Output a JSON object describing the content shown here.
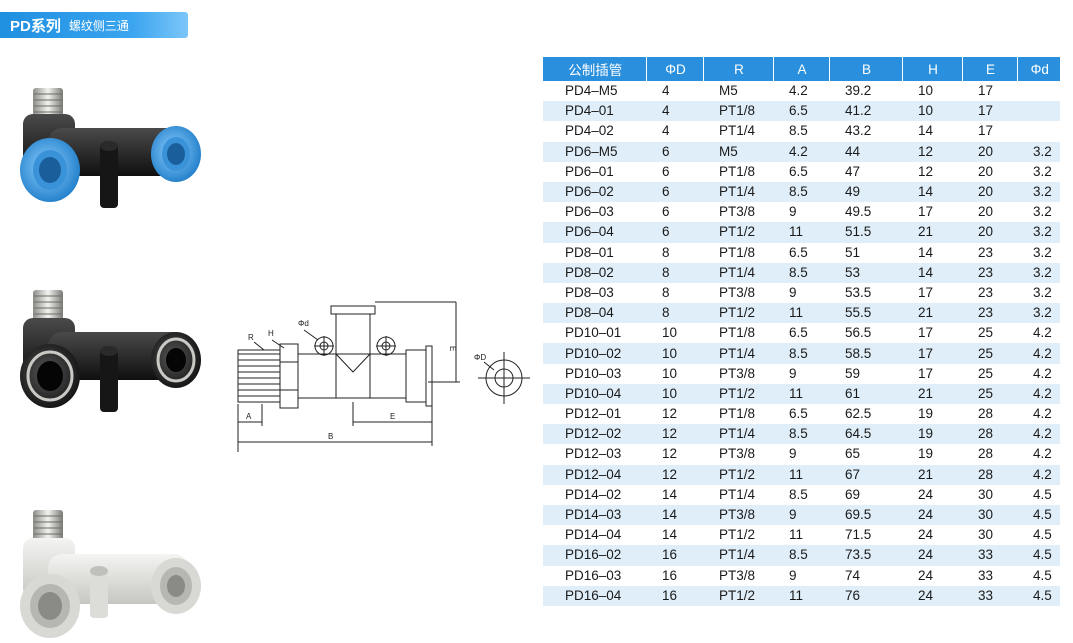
{
  "header": {
    "series": "PD系列",
    "subtitle": "螺纹侧三通"
  },
  "drawing": {
    "labels": {
      "r": "R",
      "h": "H",
      "phi_d_small": "Φd",
      "a": "A",
      "b": "B",
      "e_left": "E",
      "e_right": "E",
      "phi_d_big": "ΦD"
    }
  },
  "table": {
    "headers": [
      "公制插管",
      "ΦD",
      "R",
      "A",
      "B",
      "H",
      "E",
      "Φd"
    ],
    "rows": [
      [
        "PD4–M5",
        "4",
        "M5",
        "4.2",
        "39.2",
        "10",
        "17",
        ""
      ],
      [
        "PD4–01",
        "4",
        "PT1/8",
        "6.5",
        "41.2",
        "10",
        "17",
        ""
      ],
      [
        "PD4–02",
        "4",
        "PT1/4",
        "8.5",
        "43.2",
        "14",
        "17",
        ""
      ],
      [
        "PD6–M5",
        "6",
        "M5",
        "4.2",
        "44",
        "12",
        "20",
        "3.2"
      ],
      [
        "PD6–01",
        "6",
        "PT1/8",
        "6.5",
        "47",
        "12",
        "20",
        "3.2"
      ],
      [
        "PD6–02",
        "6",
        "PT1/4",
        "8.5",
        "49",
        "14",
        "20",
        "3.2"
      ],
      [
        "PD6–03",
        "6",
        "PT3/8",
        "9",
        "49.5",
        "17",
        "20",
        "3.2"
      ],
      [
        "PD6–04",
        "6",
        "PT1/2",
        "11",
        "51.5",
        "21",
        "20",
        "3.2"
      ],
      [
        "PD8–01",
        "8",
        "PT1/8",
        "6.5",
        "51",
        "14",
        "23",
        "3.2"
      ],
      [
        "PD8–02",
        "8",
        "PT1/4",
        "8.5",
        "53",
        "14",
        "23",
        "3.2"
      ],
      [
        "PD8–03",
        "8",
        "PT3/8",
        "9",
        "53.5",
        "17",
        "23",
        "3.2"
      ],
      [
        "PD8–04",
        "8",
        "PT1/2",
        "11",
        "55.5",
        "21",
        "23",
        "3.2"
      ],
      [
        "PD10–01",
        "10",
        "PT1/8",
        "6.5",
        "56.5",
        "17",
        "25",
        "4.2"
      ],
      [
        "PD10–02",
        "10",
        "PT1/4",
        "8.5",
        "58.5",
        "17",
        "25",
        "4.2"
      ],
      [
        "PD10–03",
        "10",
        "PT3/8",
        "9",
        "59",
        "17",
        "25",
        "4.2"
      ],
      [
        "PD10–04",
        "10",
        "PT1/2",
        "11",
        "61",
        "21",
        "25",
        "4.2"
      ],
      [
        "PD12–01",
        "12",
        "PT1/8",
        "6.5",
        "62.5",
        "19",
        "28",
        "4.2"
      ],
      [
        "PD12–02",
        "12",
        "PT1/4",
        "8.5",
        "64.5",
        "19",
        "28",
        "4.2"
      ],
      [
        "PD12–03",
        "12",
        "PT3/8",
        "9",
        "65",
        "19",
        "28",
        "4.2"
      ],
      [
        "PD12–04",
        "12",
        "PT1/2",
        "11",
        "67",
        "21",
        "28",
        "4.2"
      ],
      [
        "PD14–02",
        "14",
        "PT1/4",
        "8.5",
        "69",
        "24",
        "30",
        "4.5"
      ],
      [
        "PD14–03",
        "14",
        "PT3/8",
        "9",
        "69.5",
        "24",
        "30",
        "4.5"
      ],
      [
        "PD14–04",
        "14",
        "PT1/2",
        "11",
        "71.5",
        "24",
        "30",
        "4.5"
      ],
      [
        "PD16–02",
        "16",
        "PT1/4",
        "8.5",
        "73.5",
        "24",
        "33",
        "4.5"
      ],
      [
        "PD16–03",
        "16",
        "PT3/8",
        "9",
        "74",
        "24",
        "33",
        "4.5"
      ],
      [
        "PD16–04",
        "16",
        "PT1/2",
        "11",
        "76",
        "24",
        "33",
        "4.5"
      ]
    ]
  },
  "colors": {
    "header_blue": "#2a8fdc",
    "stripe": "#dfeef9",
    "collet_blue": "#3a9ee6",
    "body_black": "#1e1e1e",
    "body_white": "#e8e8e6"
  },
  "products": [
    {
      "name": "blue-collet-fitting",
      "collet_color": "#3a9ee6",
      "body_color": "#1e1e1e"
    },
    {
      "name": "black-collet-fitting",
      "collet_color": "#1e1e1e",
      "body_color": "#1e1e1e"
    },
    {
      "name": "white-fitting",
      "collet_color": "#c8c8c4",
      "body_color": "#e8e8e6"
    }
  ]
}
